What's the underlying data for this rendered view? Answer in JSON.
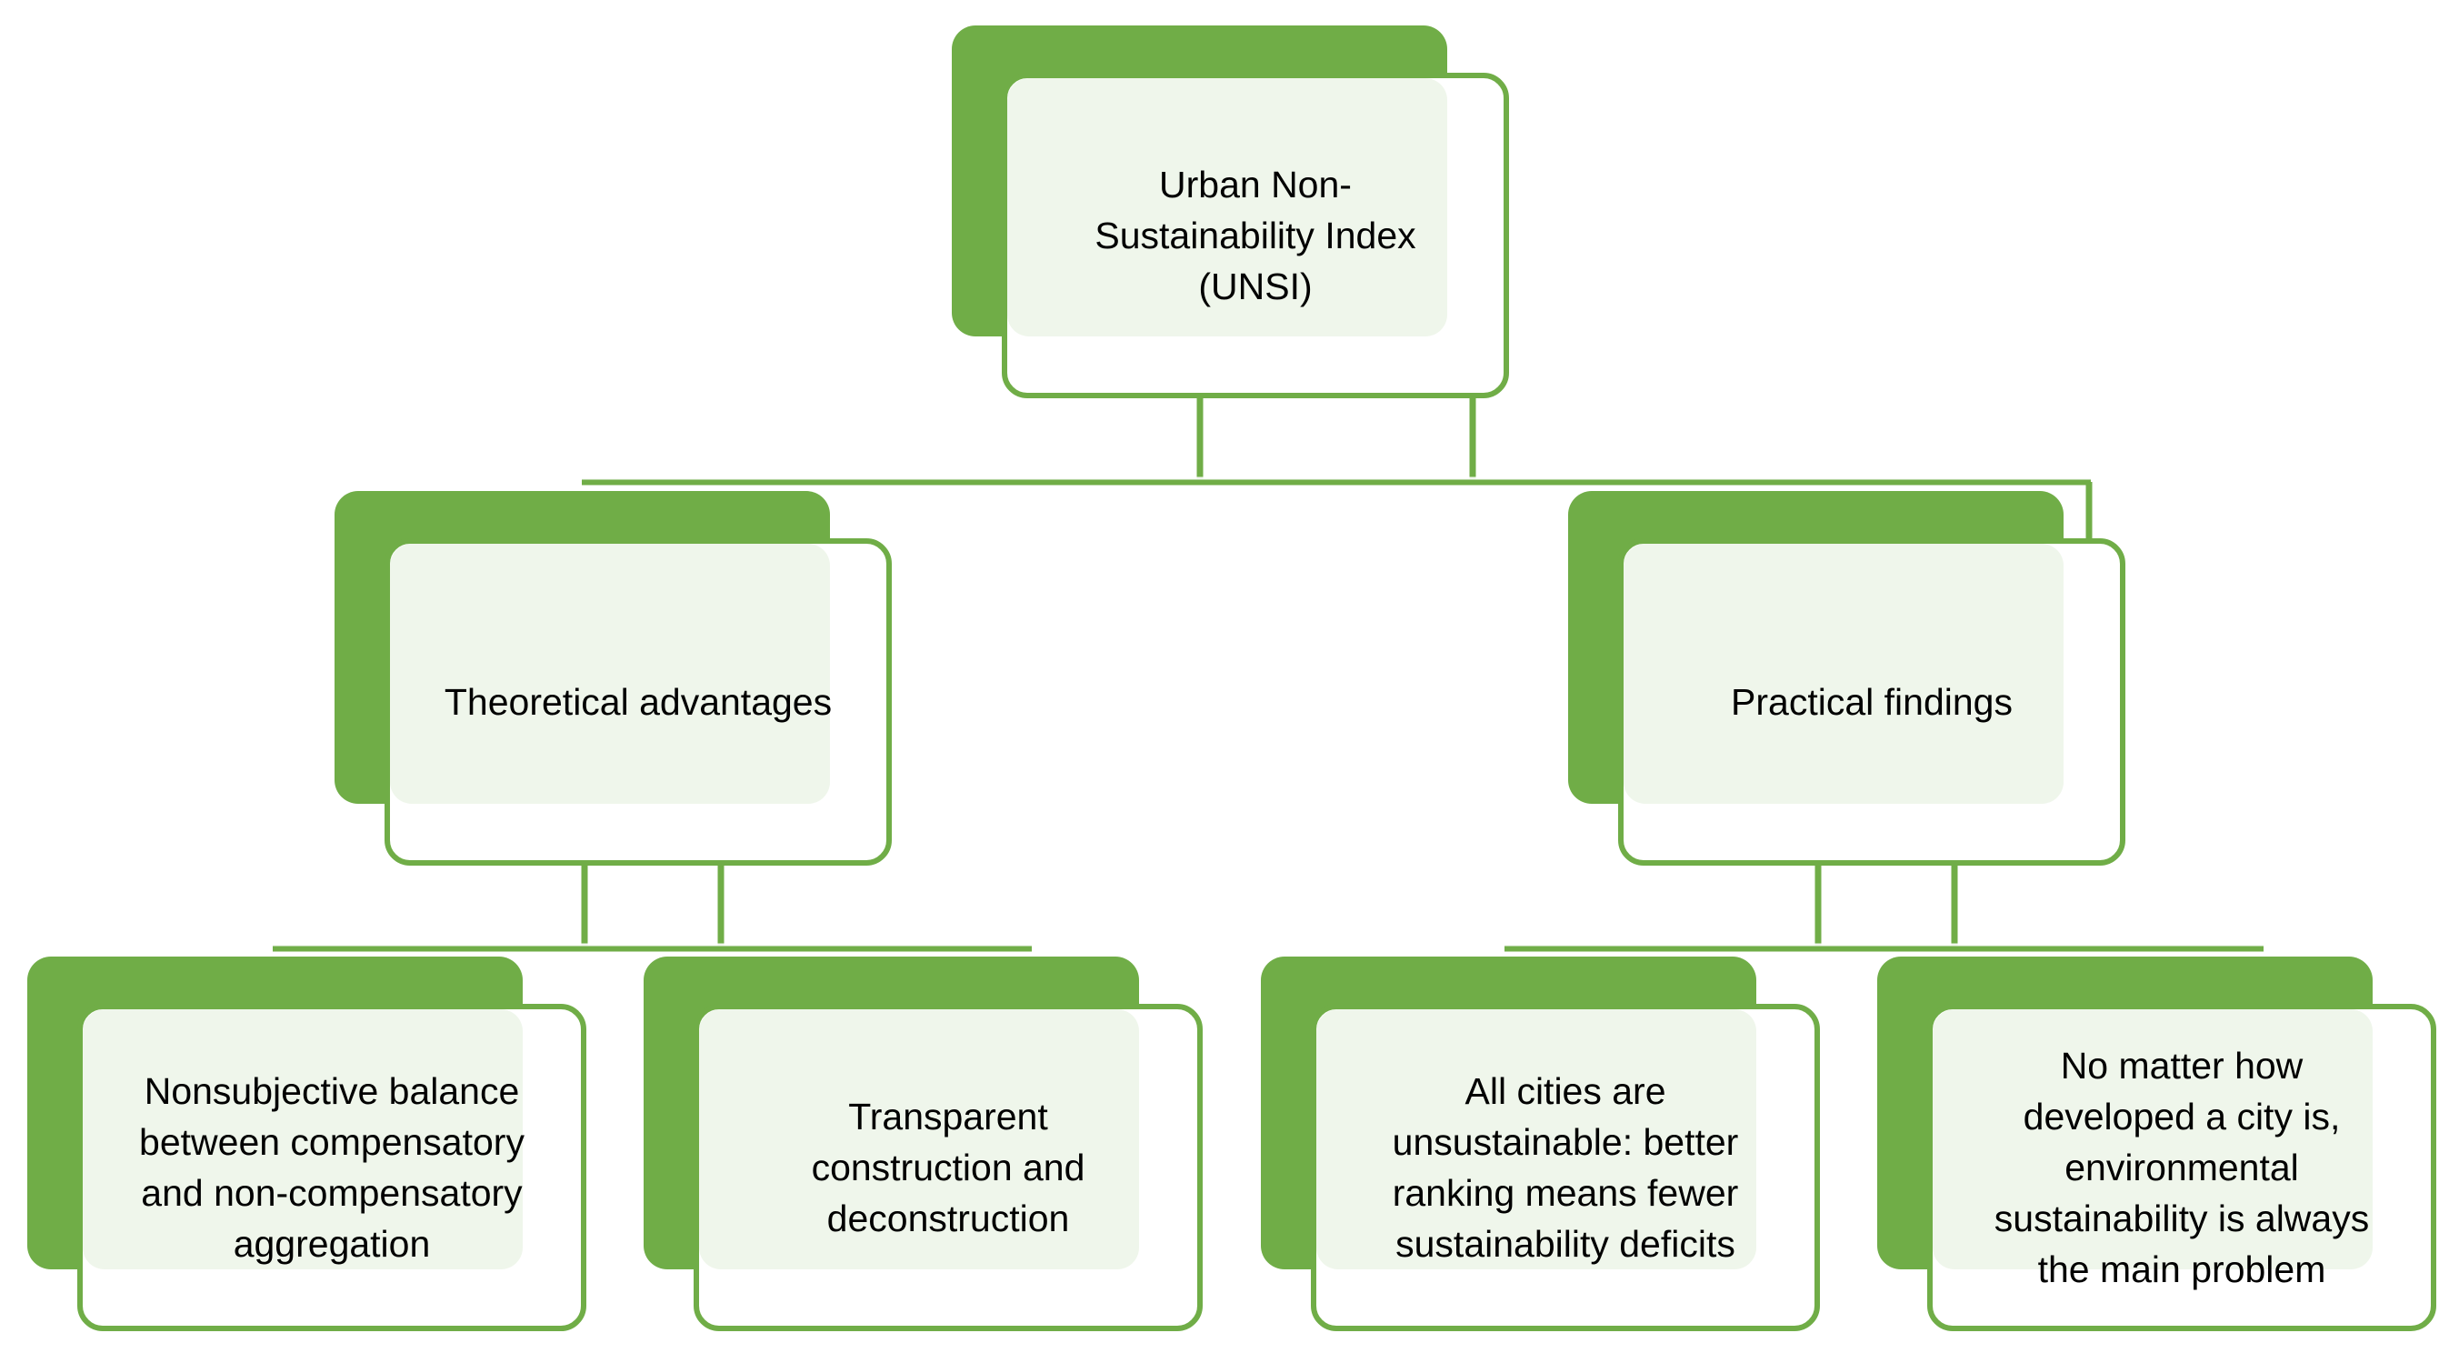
{
  "colors": {
    "accent": "#70ad47",
    "card_fill": "#ffffff",
    "text": "#000000"
  },
  "nodes": {
    "root": "Urban Non-\nSustainability Index\n(UNSI)",
    "theory": "Theoretical advantages",
    "practice": "Practical findings",
    "balance": "Nonsubjective balance\nbetween compensatory\nand non-compensatory\naggregation",
    "transparent": "Transparent\nconstruction and\ndeconstruction",
    "cities": "All cities are\nunsustainable: better\nranking means fewer\nsustainability deficits",
    "environment": "No matter how\ndeveloped a city is,\nenvironmental\nsustainability is always\nthe main problem"
  }
}
